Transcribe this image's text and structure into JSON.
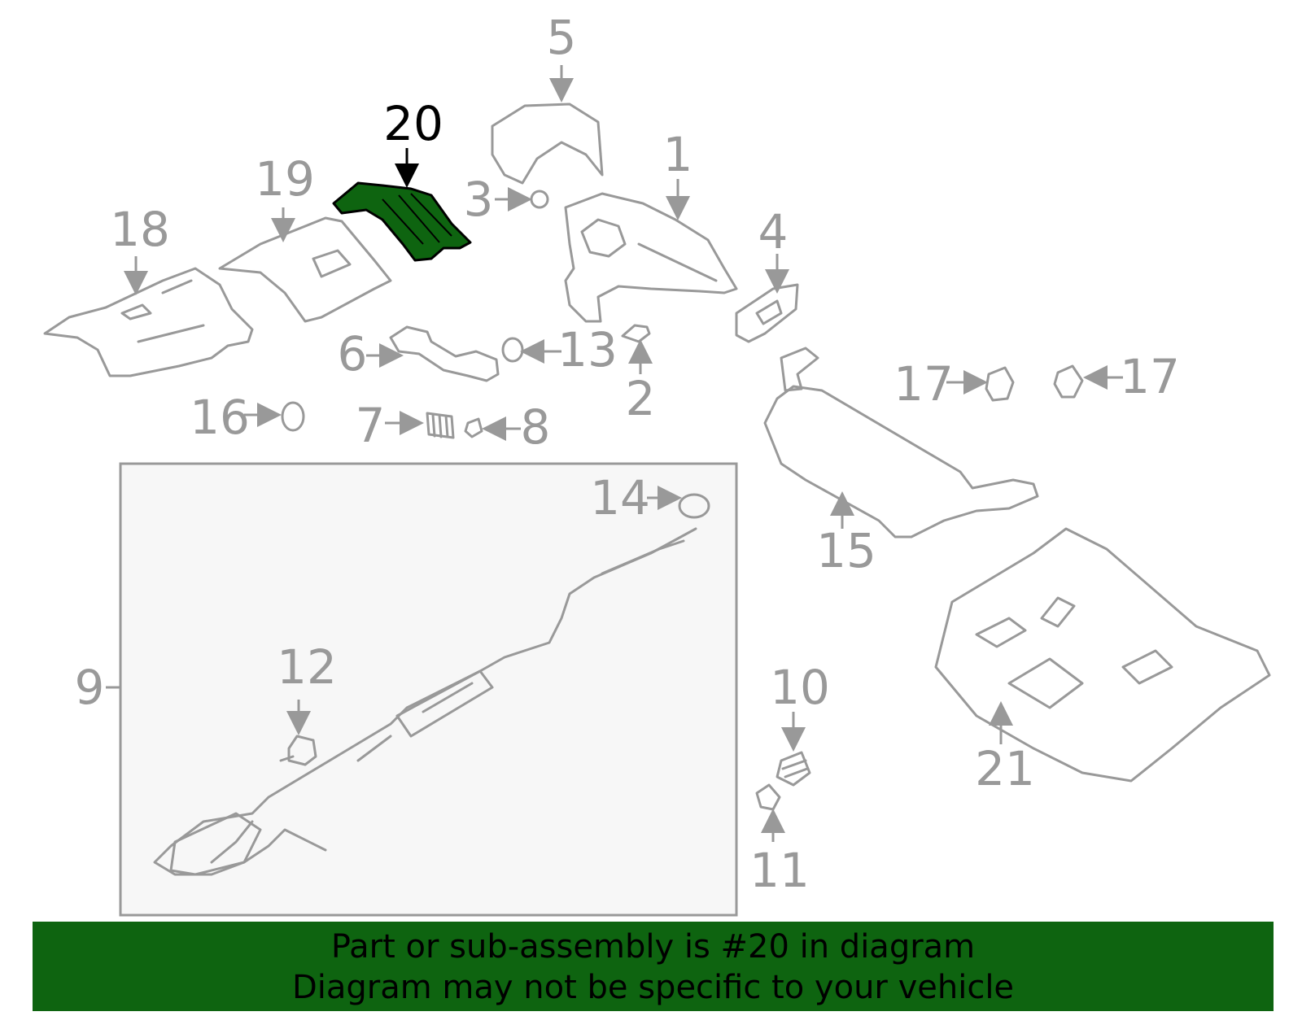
{
  "diagram": {
    "highlight_part": "20",
    "highlight_color": "#0e6410",
    "labels": [
      "1",
      "2",
      "3",
      "4",
      "5",
      "6",
      "7",
      "8",
      "9",
      "10",
      "11",
      "12",
      "13",
      "14",
      "15",
      "16",
      "17",
      "17",
      "18",
      "19",
      "20",
      "21"
    ]
  },
  "footer": {
    "line1": "Part or sub-assembly is #20 in diagram",
    "line2": "Diagram may not be specific to your vehicle",
    "bg_color": "#0e6410"
  }
}
